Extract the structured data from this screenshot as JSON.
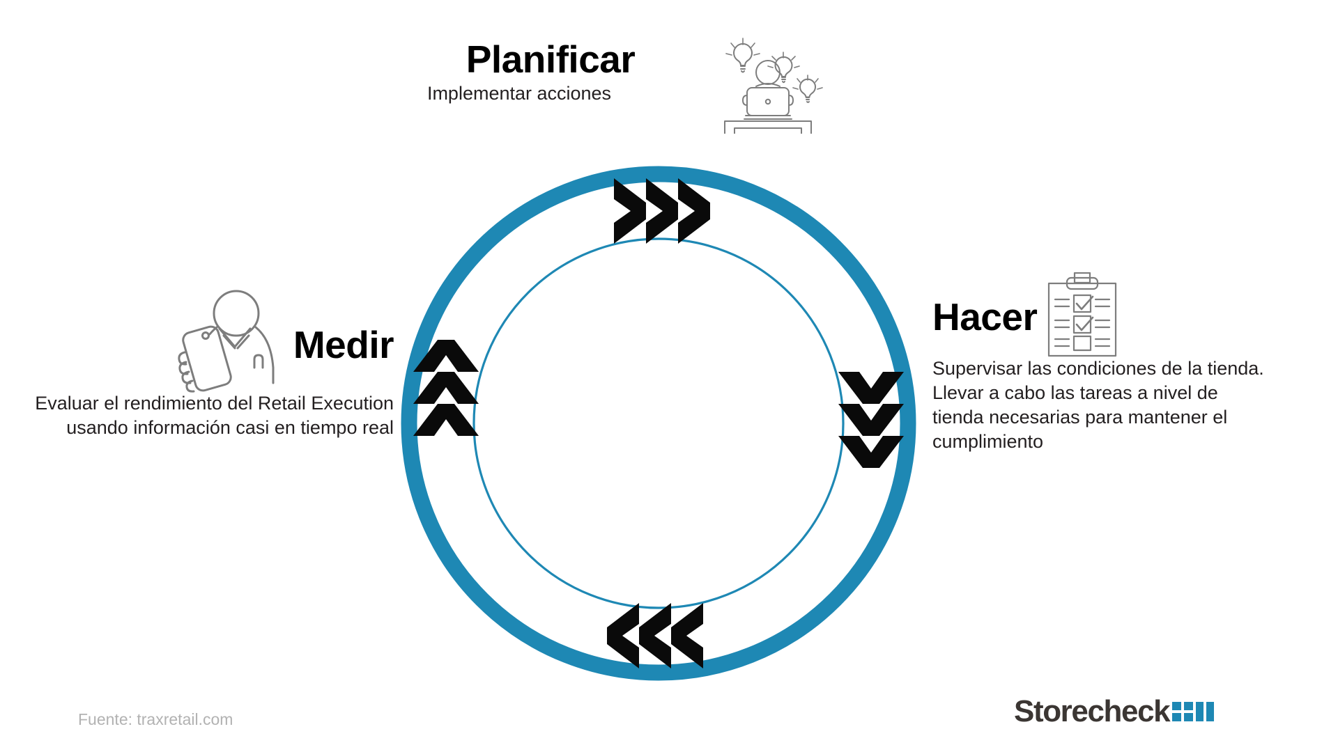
{
  "theme": {
    "accent_blue": "#1E88B4",
    "ring_blue": "#1E88B4",
    "inner_circle_blue": "#1E88B4",
    "title_black": "#000000",
    "body_text": "#231f20",
    "icon_gray": "#7d7d7d",
    "source_gray": "#b2b2b2",
    "logo_word_color": "#3b3633",
    "logo_mark_color": "#1E88B4",
    "background": "#ffffff"
  },
  "diagram": {
    "type": "cycle",
    "shape": "ring",
    "direction": "clockwise",
    "nodes": [
      {
        "id": "planificar",
        "position": "top",
        "title": "Planificar",
        "description": "Implementar acciones",
        "icon": "person-at-desk-with-lightbulbs-icon"
      },
      {
        "id": "hacer",
        "position": "right",
        "title": "Hacer",
        "description": "Supervisar las condiciones de la tienda. Llevar a cabo las tareas a nivel de tienda necesarias para mantener el cumplimiento",
        "icon": "clipboard-checklist-icon"
      },
      {
        "id": "medir",
        "position": "left",
        "title": "Medir",
        "description": "Evaluar el rendimiento del Retail Execution  usando información casi en tiempo real",
        "icon": "person-holding-phone-icon"
      }
    ],
    "flow_arrows": [
      {
        "id": "top-arrows",
        "position": "top",
        "direction": "right",
        "glyph": "chevron-right-icon",
        "count": 3
      },
      {
        "id": "right-arrows",
        "position": "right",
        "direction": "down",
        "glyph": "chevron-down-icon",
        "count": 3
      },
      {
        "id": "bottom-arrows",
        "position": "bottom",
        "direction": "left",
        "glyph": "chevron-left-icon",
        "count": 3
      },
      {
        "id": "left-arrows",
        "position": "left",
        "direction": "up",
        "glyph": "chevron-up-icon",
        "count": 3
      }
    ]
  },
  "footer": {
    "source": "Fuente: traxretail.com",
    "logo_word": "Storecheck",
    "logo_mark": "storecheck-grid-mark-icon"
  }
}
